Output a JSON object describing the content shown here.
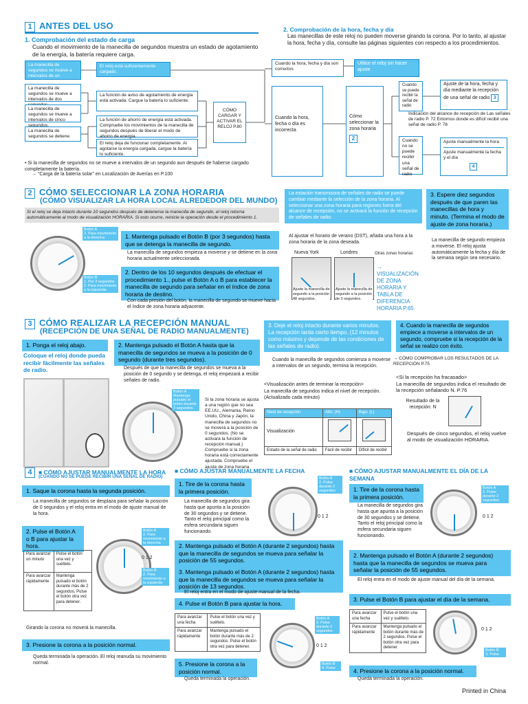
{
  "s1": {
    "num": "1",
    "title": "ANTES DEL USO",
    "sub1": "1. Comprobación del estado de carga",
    "intro1": "Cuando el movimiento de la manecilla de segundos muestra un estado de agotamiento de la energía, la batería requiere carga.",
    "sub2": "2. Comprobación de la hora, fecha y día",
    "intro2": "Las manecillas de este reloj no pueden moverse girando la corona. Por lo tanto, al ajustar la hora, fecha y día, consulte las páginas siguientes con respecto a los procedimientos.",
    "left": {
      "a": "La manecilla de segundos se mueve a intervalos de un segundo.",
      "a_res": "El reloj está suficientemente cargado.",
      "b": "La manecilla de segundos se mueve a intervalos de dos segundos.",
      "c": "La manecilla de segundos se mueve a intervalos de cinco segundos.",
      "bc_res": "La función de aviso de agotamiento de energía está activada. Cargue la batería lo suficiente.",
      "d": "La manecilla de segundos se detiene.",
      "d_res1": "La función de ahorro de energía está activada. Compruebe los movimientos de la manecilla de segundos después de liberar el modo de ahorro de energía.",
      "d_res2": "El reloj deja de funcionar completamente. Al agotarse la energía cargada, cargue la batería lo suficiente.",
      "charge": "CÓMO CARGAR Y ACTIVAR EL RELOJ P.80"
    },
    "right": {
      "correct": "Cuando la hora, fecha y día son correctos",
      "correct_res": "Utilice el reloj sin hacer ajuste",
      "incorrect": "Cuando la hora, fecha o día es incorrecta",
      "select": "Cómo seleccionar la zona horaria",
      "select_num": "2",
      "can": "Cuando se puede recibir la señal de radio",
      "can_res": "Ajuste de la hora, fecha y día mediante la recepción de una señal de radio",
      "can_num": "3",
      "range": "Indicación del alcance de recepción de Las señales de radio P. 72 Entornos donde es difícil recibir una señal de radio P. 78",
      "cannot": "Cuando no se puede recibir una señal de radio",
      "manual1": "Ajuste manualmente la hora",
      "manual2": "Ajuste manualmente la fecha y el día",
      "manual_num": "4"
    },
    "foot1": "• Si la manecilla de segundos no se mueve a intervalos de un segundo aun después de haberse cargado completamente la batería.",
    "foot2": "→ \"Carga de la batería solar\" en Localización de Averías en P.100"
  },
  "s2": {
    "num": "2",
    "title": "CÓMO SELECCIONAR LA ZONA HORARIA",
    "subtitle": "(CÓMO VISUALIZAR LA HORA LOCAL ALREDEDOR DEL MUNDO)",
    "note_gray": "Si el reloj se deja intacto durante 10 segundos después de detenerse la manecilla de segundo, el reloj retorna automáticamente al modo de visualización HORARIA. Si esto ocurre, reinicie la operación desde el procedimiento 1.",
    "btn_a": "Botón A",
    "btn_a_sub": "2. Para movimiento a la derecha",
    "btn_b": "Botón B",
    "btn_b_sub1": "1. Por 3 segundos",
    "btn_b_sub2": "2. Para movimiento a la izquierda",
    "step1": "1. Mantenga pulsado el Botón B (por 3 segundos) hasta que se detenga la manecilla de segundo.",
    "step1_note": "La manecilla de segundos empieza a moverse y se detiene en la zona horaria actualmente seleccionada.",
    "step2": "2. Dentro de los 10 segundos después de efectuar el procedimiento 1., pulse el Botón A o B para establecer la manecilla de segundo para señalar en el índice de zona horaria de destino.",
    "step2_note": "Con cada presión del botón, la manecilla de segundo se mueve hacia el índice de zona horaria adyacente.",
    "station": "La estación transmisora de señales de radio se puede cambiar mediante la selección de la zona horaria. Al seleccionar una zona horaria para regiones fuera del alcance de recepción, no se activará la función de recepción de señales de radio.",
    "dst": "Al ajustar el horario de verano (DST), añada una hora a la zona horaria de la zona deseada.",
    "ny": "Nueva York",
    "london": "Londres",
    "others": "Otras zonas horarias",
    "ny_cap": "Ajuste la manecilla de segundo a la posición 48 segundos.",
    "ld_cap": "Ajuste la manecilla de segundo a la posición de 0 segundos.",
    "ref": "→ VISUALIZACIÓN DE ZONA HORARIA Y TABLA DE DIFERENCIA HORARIA P.65",
    "step3": "3. Espere diez segundos después de que paren las manecillas de hora y minuto. (Termina el modo de ajuste de zona horaria.)",
    "step3_note": "La manecilla de segundo empieza a moverse. El reloj ajusta automáticamente la fecha y día de la semana según sea necesario."
  },
  "s3": {
    "num": "3",
    "title": "CÓMO REALIZAR LA RECEPCIÓN MANUAL",
    "subtitle": "(RECEPCIÓN DE UNA SEÑAL DE RADIO MANUALMENTE)",
    "step1": "1. Ponga el reloj abajo.",
    "step1_note": "Coloque el reloj donde pueda recibir fácilmente las señales de radio.",
    "step2": "2. Mantenga pulsado el Botón A hasta que la manecilla de segundos se mueva a la posición de 0 segundo (durante tres segundos).",
    "step2_note": "Después de que la manecilla de segundos se mueva a la posición de 0 segundo y se detenga, el reloj empezará a recibir señales de radio.",
    "btn_a": "Botón A",
    "btn_a_sub": "Mantenga pulsado el botón durante 3 segundos.",
    "zone_note": "Si la zona horaria se ajusta a una región que no sea EE.UU., Alemania, Reino Unido, China y Japón, la manecilla de segundos no se moverá a la posición de 0 segundos. (No se activará la función de recepción manual.) Compruebe si la zona horaria está correctamente ajustada. Compruebe el ajuste de zona horaria.",
    "step3": "3. Deje el reloj intacto durante varios minutos. La recepción tarda cierto tiempo. (12 minutos como máximo y depende de las condiciones de las señales de radio).",
    "step3_note": "Cuando la manecilla de segundos comienza a moverse a intervalos de un segundo, termina la recepción.",
    "vis_title": "<Visualización antes de terminar la recepción>",
    "vis_text": "La manecilla de segundos indica el nivel de recepción. (Actualizado cada minuto)",
    "tbl_h1": "Nivel de recepción",
    "tbl_h2": "Alto: (H)",
    "tbl_h3": "Bajo: (L)",
    "tbl_r1": "Visualización",
    "tbl_r2": "Estado de la señal de radio",
    "tbl_easy": "Fácil de recibir",
    "tbl_hard": "Difícil de recibir",
    "step4": "4. Cuando la manecilla de segundos empiece a moverse a intervalos de un segundo, compruebe si la recepción de la señal se realizo con éxito.",
    "ref": "→ CÓMO COMPROBAR LOS RESULTADOS DE LA RECEPCIÓN P.75",
    "fail_title": "<Si la recepción ha fracasado>",
    "fail_text": "La manecilla de segundos indica el resultado de la recepción señalando N. P.76",
    "result": "Resultado de la recepción: N",
    "after": "Después de cinco segundos, el reloj vuelve al modo de visualización HORARIA."
  },
  "s4": {
    "num": "4",
    "h1": "■ CÓMO AJUSTAR MANUALMENTE LA HORA",
    "h1_sub": "(CUANDO NO SE PUEDE RECIBIR UNA SEÑAL DE RADIO)",
    "h_step1": "1. Saque la corona hasta la segunda posición.",
    "h_step1_note": "La manecilla de segundos se desplaza para señalar la posición de 0 segundos y el reloj entra en el modo de ajuste manual de la hora.",
    "h_step2": "2. Pulse el Botón A o B para ajustar la hora.",
    "h_tbl_1a": "Para avanzar un minuto",
    "h_tbl_1b": "Pulse el botón una vez y suéltelo.",
    "h_tbl_2a": "Para avanzar rápidamente",
    "h_tbl_2b": "Mantenga pulsado el botón durante más de 2 segundos. Pulse el botón otra vez para detener.",
    "h_btn_a": "Botón A",
    "h_btn_a_sub": "2. Para movimiento a la derecha",
    "h_btn_b": "Botón B",
    "h_btn_b_sub": "2. Para movimiento a la izquierda",
    "h_crown": "Girando la corona no moverá la manecilla.",
    "h_step3": "3. Presione la corona a la posición normal.",
    "h_step3_note": "Queda terminada la operación. El reloj reanuda su movimiento normal.",
    "h2": "■ CÓMO AJUSTAR MANUALMENTE LA FECHA",
    "f_step1": "1. Tire de la corona hasta la primera posición.",
    "f_step1_note": "La manecilla de segundos gira hasta que apunta a la posición de 30 segundos y se detiene. Tanto el reloj principal como la esfera secundaria siguen funcionando.",
    "f_btn_a": "Botón A",
    "f_btn_a_sub": "2. Pulse durante 2 segundos",
    "f_step2": "2. Mantenga pulsado el Botón A (durante 2 segundos) hasta que la manecilla de segundos se mueva para señalar la posición de 55 segundos.",
    "f_step3": "3. Mantenga pulsado el Botón A (durante 2 segundos) hasta que la manecilla de segundos se mueva para señalar la posición de 13 segundos.",
    "f_step3_note": "El reloj entra en el modo de ajuste manual de la fecha.",
    "f_step4": "4. Pulse el Botón B para ajustar la hora.",
    "f_tbl_1a": "Para avanzar una fecha",
    "f_tbl_1b": "Pulse el botón una vez y suéltelo.",
    "f_tbl_2a": "Para avanzar rápidamente",
    "f_tbl_2b": "Mantenga pulsado el botón durante más de 2 segundos. Pulse el botón otra vez para detener.",
    "f_btn_a2": "Botón A",
    "f_btn_a2_sub": "3. Pulse durante 2 segundos",
    "f_btn_b": "Botón B",
    "f_btn_b_sub": "4. Pulse",
    "f_step5": "5. Presione la corona a la posición normal.",
    "f_step5_note": "Queda terminada la operación.",
    "h3": "■ CÓMO AJUSTAR MANUALMENTE EL DÍA DE LA SEMANA",
    "d_step1": "1. Tire de la corona hasta la primera posición.",
    "d_step1_note": "La manecilla de segundos gira hasta que apunta a la posición de 30 segundos y se detiene. Tanto el reloj principal como la esfera secundaria siguen funcionando.",
    "d_btn_a": "Botón A",
    "d_btn_a_sub": "2. Pulse durante 2 segundos",
    "d_step2": "2. Mantenga pulsado el Botón A (durante 2 segundos) hasta que la manecilla de segundos se mueva para señalar la posición de 55 segundos.",
    "d_step2_note": "El reloj entra en el modo de ajuste manual del día de la semana.",
    "d_step3": "3. Pulse el Botón B para ajustar el día de la semana.",
    "d_tbl_1a": "Para avanzar una fecha",
    "d_tbl_1b": "Pulse el botón una vez y suéltelo.",
    "d_tbl_2a": "Para avanzar rápidamente",
    "d_tbl_2b": "Mantenga pulsado el botón durante más de 2 segundos. Pulse el botón otra vez para detener.",
    "d_btn_b": "Botón B",
    "d_btn_b_sub": "3. Pulse",
    "d_step4": "4. Presione la corona a la posición normal.",
    "d_step4_note": "Queda terminada la operación.",
    "crown_pos": "0 1 2"
  },
  "footer": "Printed in China"
}
